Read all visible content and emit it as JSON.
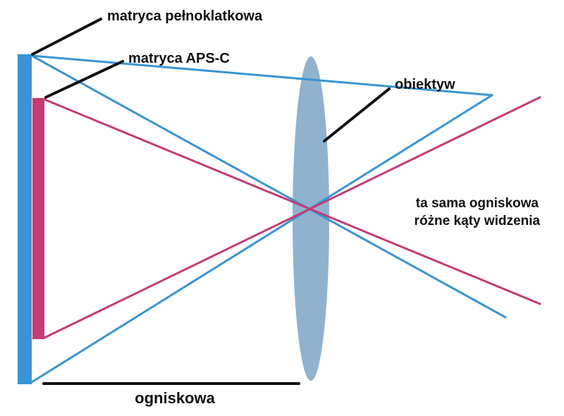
{
  "labels": {
    "full_frame": "matryca pełnoklatkowa",
    "aps_c": "matryca APS-C",
    "lens": "obiektyw",
    "note_line1": "ta sama ogniskowa",
    "note_line2": "różne kąty widzenia",
    "focal_length": "ogniskowa"
  },
  "colors": {
    "full_frame": "#3a94d3",
    "aps_c": "#c43c74",
    "lens": "#8fb3cf",
    "leader": "#111111",
    "text": "#111111"
  }
}
